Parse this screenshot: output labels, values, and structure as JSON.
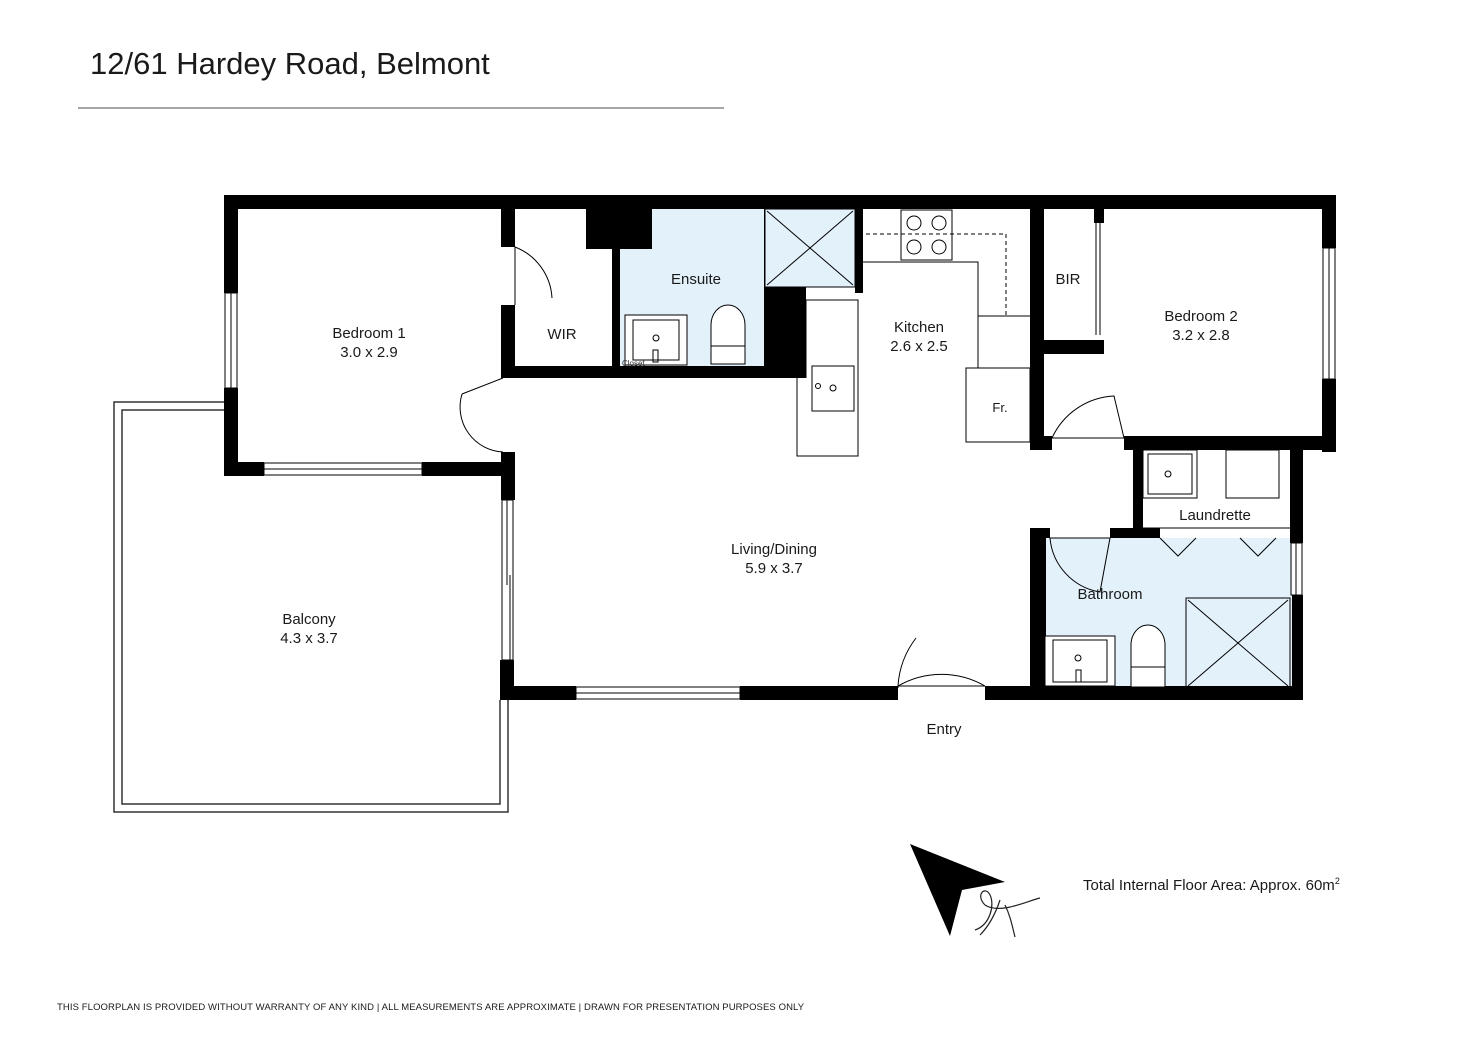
{
  "header": {
    "title": "12/61 Hardey Road, Belmont"
  },
  "rooms": {
    "bedroom1": {
      "name": "Bedroom 1",
      "size": "3.0 x 2.9"
    },
    "wir": {
      "name": "WIR"
    },
    "ensuite": {
      "name": "Ensuite",
      "closet": "Closet"
    },
    "kitchen": {
      "name": "Kitchen",
      "size": "2.6 x 2.5",
      "fridge": "Fr."
    },
    "bir": {
      "name": "BIR"
    },
    "bedroom2": {
      "name": "Bedroom 2",
      "size": "3.2 x 2.8"
    },
    "laundrette": {
      "name": "Laundrette"
    },
    "bathroom": {
      "name": "Bathroom"
    },
    "living": {
      "name": "Living/Dining",
      "size": "5.9 x 3.7"
    },
    "balcony": {
      "name": "Balcony",
      "size": "4.3 x 3.7"
    },
    "entry": {
      "name": "Entry"
    }
  },
  "footer": {
    "area_label": "Total Internal Floor Area: Approx. 60m",
    "area_sup": "2",
    "disclaimer": "THIS FLOORPLAN IS PROVIDED WITHOUT WARRANTY OF ANY KIND  |  ALL MEASUREMENTS ARE APPROXIMATE  |  DRAWN FOR PRESENTATION PURPOSES ONLY"
  },
  "colors": {
    "wall": "#000000",
    "wet_area": "#e3f1fb",
    "rule": "#a6a6a6"
  }
}
